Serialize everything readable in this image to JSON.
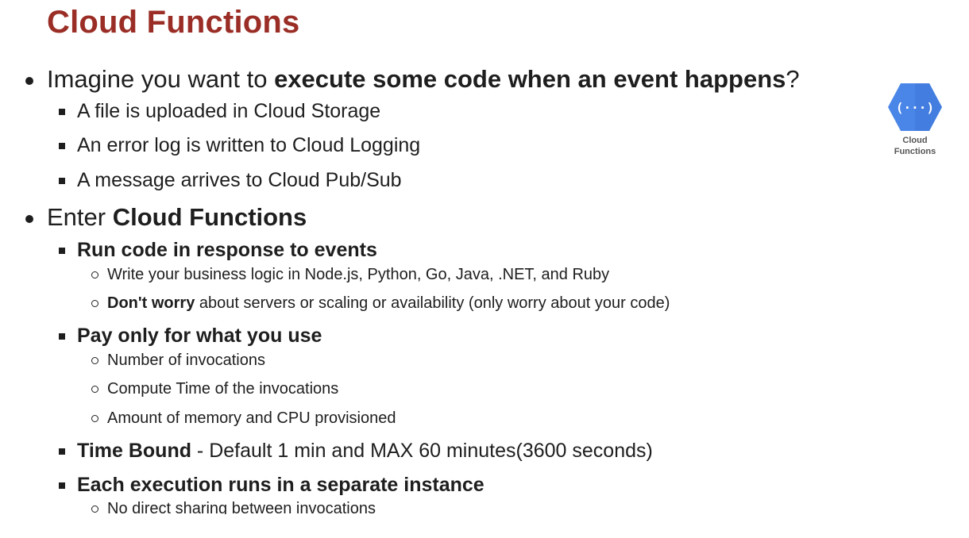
{
  "title": "Cloud Functions",
  "logo": {
    "icon": "cloud-functions-hexagon-icon",
    "caption_line1": "Cloud",
    "caption_line2": "Functions",
    "color": "#4a86e8"
  },
  "bullets": {
    "b1": {
      "pre": "Imagine you want to ",
      "bold": "execute some code when an event happens",
      "post": "?",
      "items": [
        "A file is uploaded in Cloud Storage",
        "An error log is written to Cloud Logging",
        "A message arrives to Cloud Pub/Sub"
      ]
    },
    "b2": {
      "pre": "Enter ",
      "bold": "Cloud Functions",
      "run": {
        "bold": "Run code in response to events",
        "sub1": "Write your business logic in Node.js, Python, Go, Java, .NET, and Ruby",
        "sub2_bold": "Don't worry",
        "sub2_rest": " about servers or scaling or availability (only worry about your code)"
      },
      "pay": {
        "bold": "Pay only for what you use",
        "sub1": "Number of invocations",
        "sub2": "Compute Time of the invocations",
        "sub3": "Amount of memory and CPU provisioned"
      },
      "time": {
        "bold": "Time Bound",
        "rest": " - Default 1 min and MAX 60 minutes(3600 seconds)"
      },
      "each": {
        "bold": "Each execution runs in a separate instance",
        "sub1": "No direct sharing between invocations"
      }
    }
  }
}
